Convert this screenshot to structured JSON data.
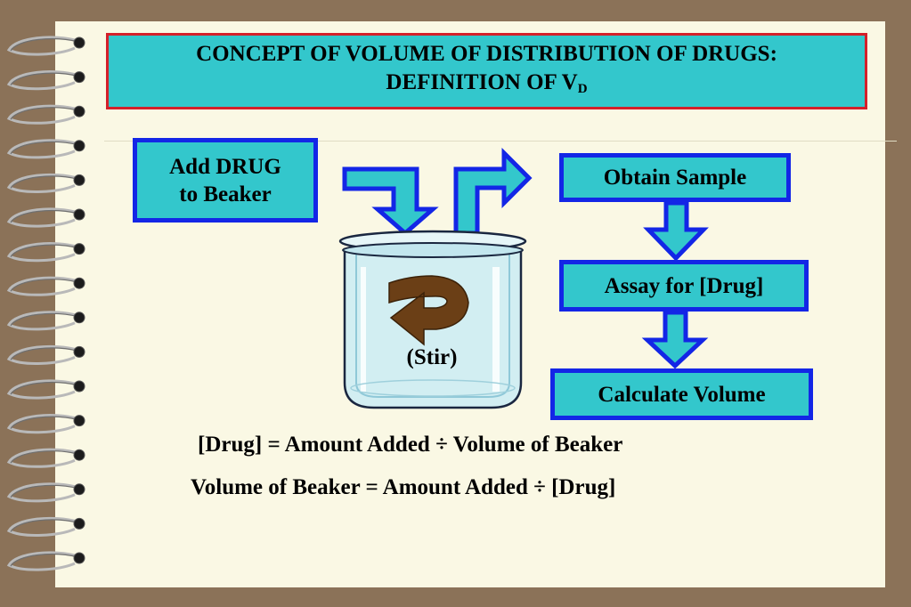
{
  "title": {
    "line1": "CONCEPT OF VOLUME OF DISTRIBUTION OF DRUGS:",
    "line2_main": "DEFINITION OF V",
    "line2_sub": "D"
  },
  "steps": {
    "add_drug_line1": "Add DRUG",
    "add_drug_line2": "to Beaker",
    "obtain_sample": "Obtain Sample",
    "assay": "Assay for [Drug]",
    "calculate": "Calculate Volume"
  },
  "beaker": {
    "stir_label": "(Stir)"
  },
  "equations": {
    "eq1": "[Drug] = Amount Added ÷ Volume of Beaker",
    "eq2": "Volume of Beaker = Amount Added ÷ [Drug]"
  },
  "colors": {
    "box_fill": "#33c7cc",
    "box_border": "#1326e6",
    "title_border": "#d4202a",
    "paper": "#faf8e4",
    "background": "#8b7258",
    "stir_arrow": "#6b3f16"
  }
}
